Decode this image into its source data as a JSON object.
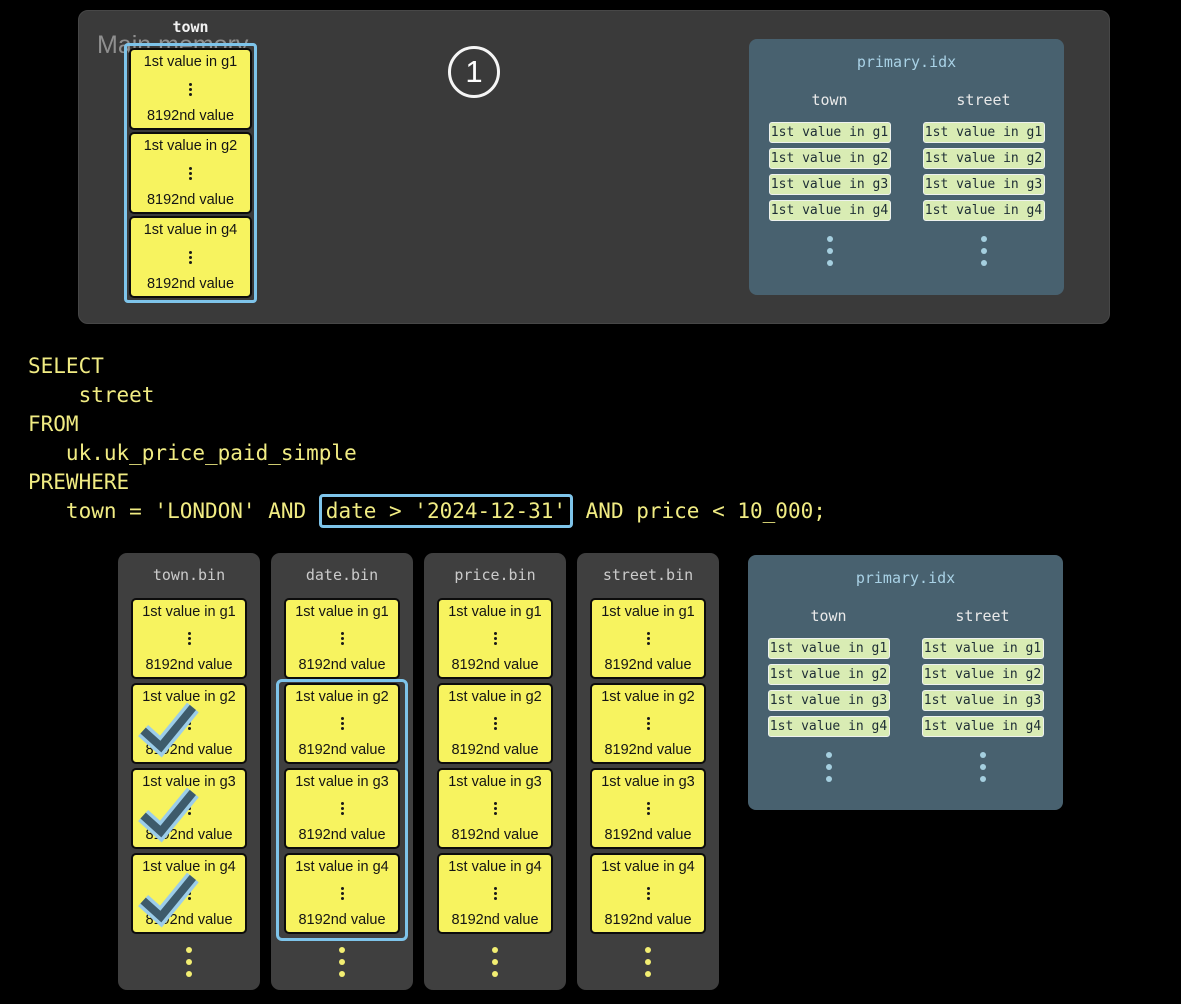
{
  "colors": {
    "accent-blue": "#7ec4ea",
    "block-yellow": "#f7f35f",
    "pidx-blue": "#48616f",
    "pidx-cell-green": "#d9ecb4",
    "sql-yellow": "#f1ec83"
  },
  "main_memory": {
    "label": "Main memory",
    "step_number": "1",
    "column": {
      "header": "town",
      "blocks": [
        {
          "top": "1st value in g1",
          "bottom": "8192nd value"
        },
        {
          "top": "1st value in g2",
          "bottom": "8192nd value"
        },
        {
          "top": "1st value in g4",
          "bottom": "8192nd value"
        }
      ]
    }
  },
  "primary_idx": {
    "title": "primary.idx",
    "columns": [
      {
        "header": "town",
        "cells": [
          "1st value in g1",
          "1st value in g2",
          "1st value in g3",
          "1st value in g4"
        ]
      },
      {
        "header": "street",
        "cells": [
          "1st value in g1",
          "1st value in g2",
          "1st value in g3",
          "1st value in g4"
        ]
      }
    ]
  },
  "sql": {
    "line1": "SELECT",
    "line2": "    street",
    "line3": "FROM",
    "line4": "   uk.uk_price_paid_simple",
    "line5": "PREWHERE",
    "line6_prefix": "   town = 'LONDON' AND ",
    "line6_highlight": "date > '2024-12-31'",
    "line6_suffix": " AND price < 10_000;"
  },
  "bins": [
    {
      "title": "town.bin",
      "blocks": [
        {
          "top": "1st value in g1",
          "bottom": "8192nd value",
          "checked": false
        },
        {
          "top": "1st value in g2",
          "bottom": "8192nd value",
          "checked": true
        },
        {
          "top": "1st value in g3",
          "bottom": "8192nd value",
          "checked": true
        },
        {
          "top": "1st value in g4",
          "bottom": "8192nd value",
          "checked": true
        }
      ]
    },
    {
      "title": "date.bin",
      "highlighted_granules": "g2-g4",
      "blocks": [
        {
          "top": "1st value in g1",
          "bottom": "8192nd value",
          "checked": false
        },
        {
          "top": "1st value in g2",
          "bottom": "8192nd value",
          "checked": false
        },
        {
          "top": "1st value in g3",
          "bottom": "8192nd value",
          "checked": false
        },
        {
          "top": "1st value in g4",
          "bottom": "8192nd value",
          "checked": false
        }
      ]
    },
    {
      "title": "price.bin",
      "blocks": [
        {
          "top": "1st value in g1",
          "bottom": "8192nd value",
          "checked": false
        },
        {
          "top": "1st value in g2",
          "bottom": "8192nd value",
          "checked": false
        },
        {
          "top": "1st value in g3",
          "bottom": "8192nd value",
          "checked": false
        },
        {
          "top": "1st value in g4",
          "bottom": "8192nd value",
          "checked": false
        }
      ]
    },
    {
      "title": "street.bin",
      "blocks": [
        {
          "top": "1st value in g1",
          "bottom": "8192nd value",
          "checked": false
        },
        {
          "top": "1st value in g2",
          "bottom": "8192nd value",
          "checked": false
        },
        {
          "top": "1st value in g3",
          "bottom": "8192nd value",
          "checked": false
        },
        {
          "top": "1st value in g4",
          "bottom": "8192nd value",
          "checked": false
        }
      ]
    }
  ]
}
